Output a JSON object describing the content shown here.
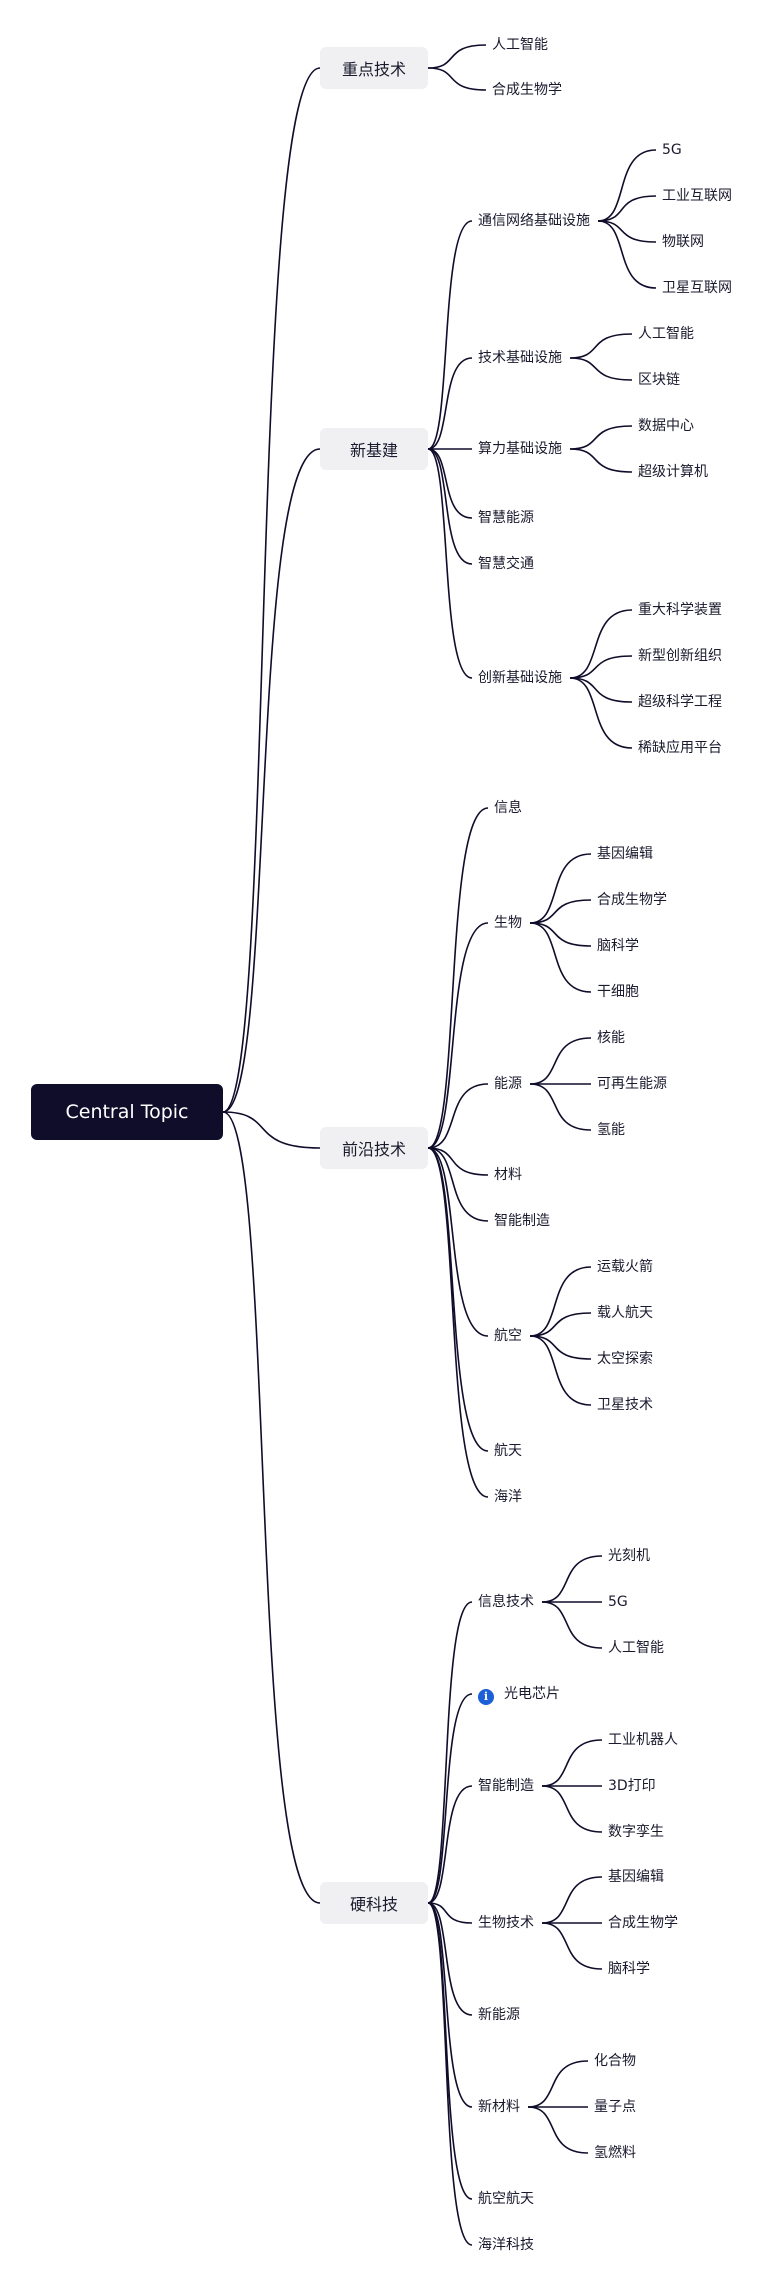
{
  "central": {
    "label": "Central Topic"
  },
  "icons": {
    "info": "info-icon",
    "info_glyph": "i",
    "info_color": "#1d5fd6"
  },
  "colors": {
    "central_bg": "#0f0d2a",
    "main_bg": "#f0f0f2",
    "line": "#0f0d2a"
  },
  "branches": [
    {
      "id": "zhongdian",
      "label": "重点技术",
      "children": [
        {
          "label": "人工智能"
        },
        {
          "label": "合成生物学"
        }
      ]
    },
    {
      "id": "xinjijian",
      "label": "新基建",
      "children": [
        {
          "label": "通信网络基础设施",
          "children": [
            {
              "label": "5G"
            },
            {
              "label": "工业互联网"
            },
            {
              "label": "物联网"
            },
            {
              "label": "卫星互联网"
            }
          ]
        },
        {
          "label": "技术基础设施",
          "children": [
            {
              "label": "人工智能"
            },
            {
              "label": "区块链"
            }
          ]
        },
        {
          "label": "算力基础设施",
          "children": [
            {
              "label": "数据中心"
            },
            {
              "label": "超级计算机"
            }
          ]
        },
        {
          "label": "智慧能源"
        },
        {
          "label": "智慧交通"
        },
        {
          "label": "创新基础设施",
          "children": [
            {
              "label": "重大科学装置"
            },
            {
              "label": "新型创新组织"
            },
            {
              "label": "超级科学工程"
            },
            {
              "label": "稀缺应用平台"
            }
          ]
        }
      ]
    },
    {
      "id": "qianyan",
      "label": "前沿技术",
      "children": [
        {
          "label": "信息"
        },
        {
          "label": "生物",
          "children": [
            {
              "label": "基因编辑"
            },
            {
              "label": "合成生物学"
            },
            {
              "label": "脑科学"
            },
            {
              "label": "干细胞"
            }
          ]
        },
        {
          "label": "能源",
          "children": [
            {
              "label": "核能"
            },
            {
              "label": "可再生能源"
            },
            {
              "label": "氢能"
            }
          ]
        },
        {
          "label": "材料"
        },
        {
          "label": "智能制造"
        },
        {
          "label": "航空",
          "children": [
            {
              "label": "运载火箭"
            },
            {
              "label": "载人航天"
            },
            {
              "label": "太空探索"
            },
            {
              "label": "卫星技术"
            }
          ]
        },
        {
          "label": "航天"
        },
        {
          "label": "海洋"
        }
      ]
    },
    {
      "id": "yingkeji",
      "label": "硬科技",
      "children": [
        {
          "label": "信息技术",
          "children": [
            {
              "label": "光刻机"
            },
            {
              "label": "5G"
            },
            {
              "label": "人工智能"
            }
          ]
        },
        {
          "label": "光电芯片",
          "icon": "info-icon"
        },
        {
          "label": "智能制造",
          "children": [
            {
              "label": "工业机器人"
            },
            {
              "label": "3D打印"
            },
            {
              "label": "数字孪生"
            }
          ]
        },
        {
          "label": "生物技术",
          "children": [
            {
              "label": "基因编辑"
            },
            {
              "label": "合成生物学"
            },
            {
              "label": "脑科学"
            }
          ]
        },
        {
          "label": "新能源"
        },
        {
          "label": "新材料",
          "children": [
            {
              "label": "化合物"
            },
            {
              "label": "量子点"
            },
            {
              "label": "氢燃料"
            }
          ]
        },
        {
          "label": "航空航天"
        },
        {
          "label": "海洋科技"
        }
      ]
    }
  ]
}
